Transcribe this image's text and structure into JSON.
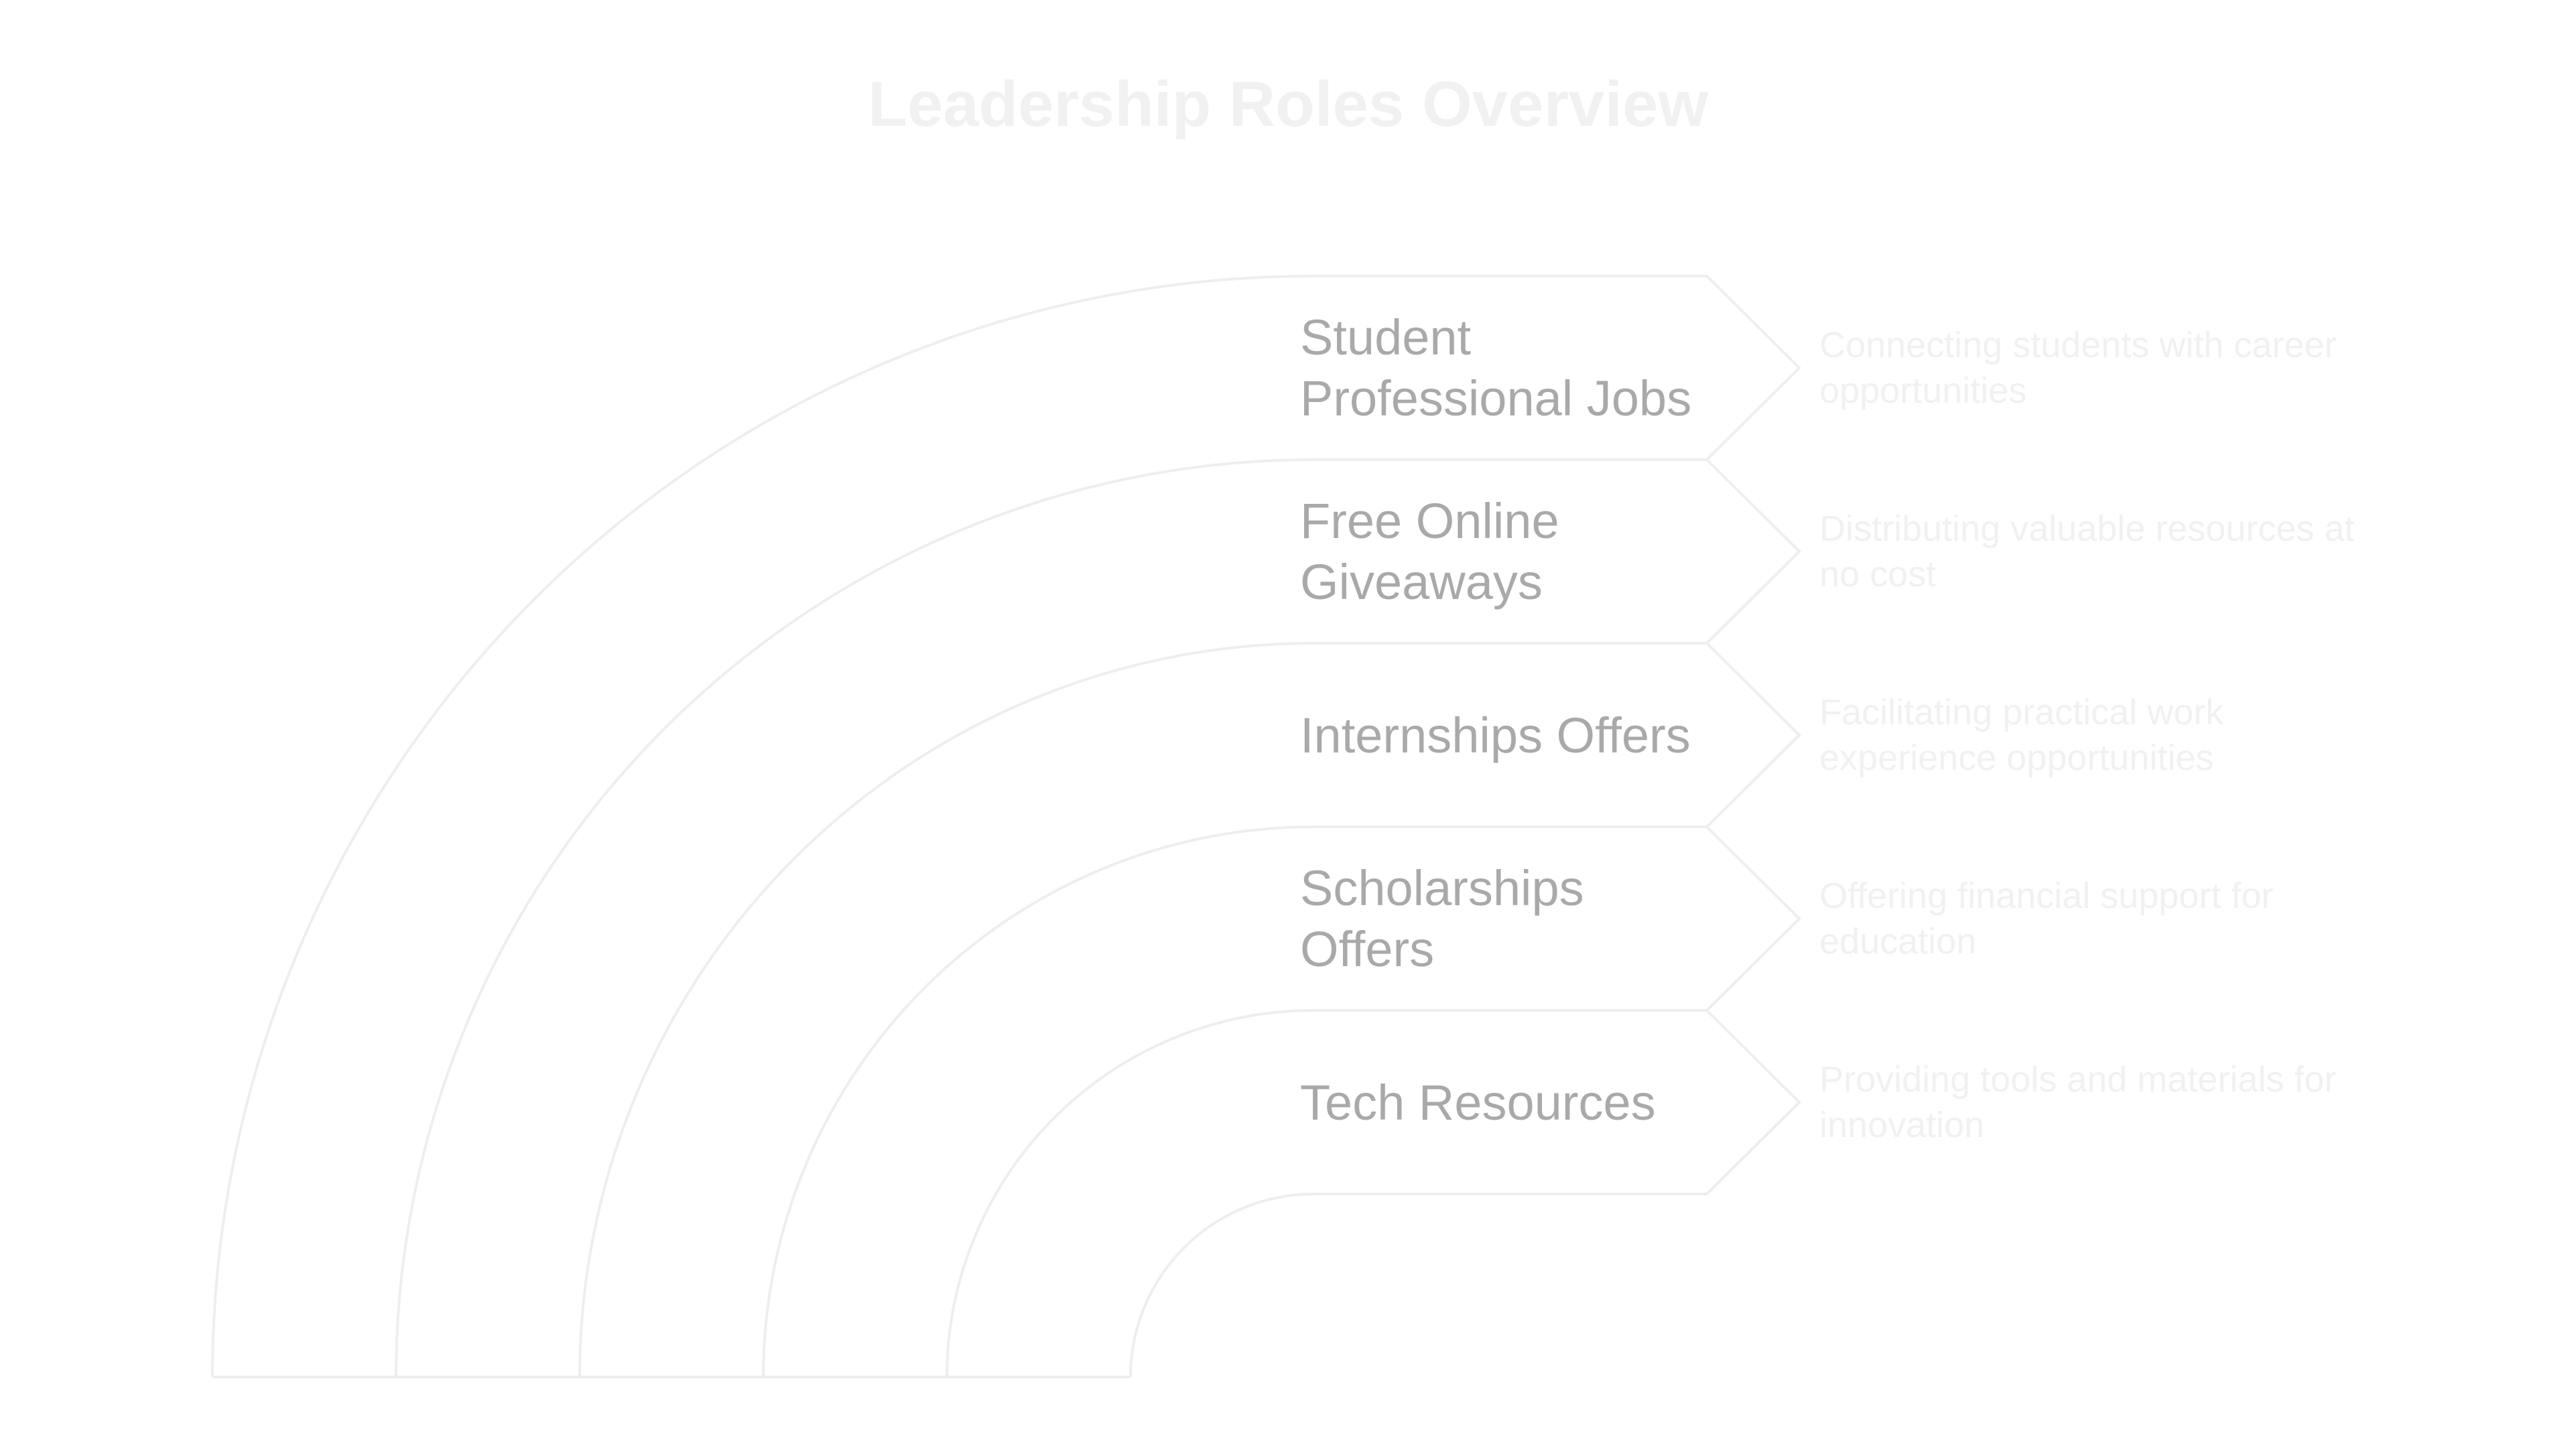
{
  "title": "Leadership Roles Overview",
  "colors": {
    "background": "#ffffff",
    "outline": "#eeeeee",
    "label": "#a9a9a9",
    "faint_text": "#f1f1f1"
  },
  "items": [
    {
      "label": "Student Professional Jobs",
      "description": "Connecting students with career opportunities"
    },
    {
      "label": "Free Online Giveaways",
      "description": "Distributing valuable resources at no cost"
    },
    {
      "label": "Internships Offers",
      "description": "Facilitating practical work experience opportunities"
    },
    {
      "label": "Scholarships Offers",
      "description": "Offering financial support for education"
    },
    {
      "label": "Tech Resources",
      "description": "Providing tools and materials for innovation"
    }
  ]
}
